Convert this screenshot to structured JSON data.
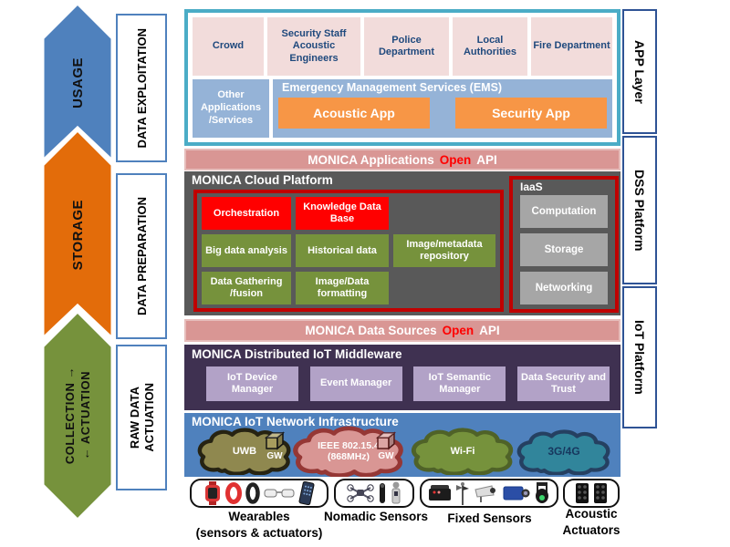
{
  "left_rail": {
    "arrows": [
      {
        "lines": [
          "USAGE"
        ],
        "color": "#4F81BD"
      },
      {
        "lines": [
          "STORAGE"
        ],
        "color": "#E36C0A"
      },
      {
        "lines": [
          "COLLECTION →",
          "← ACTUATION"
        ],
        "color": "#76923C"
      }
    ],
    "stage_labels": [
      {
        "lines": [
          "DATA EXPLOITATION"
        ]
      },
      {
        "lines": [
          "DATA PREPARATION"
        ]
      },
      {
        "lines": [
          "RAW DATA",
          "ACTUATION"
        ]
      }
    ]
  },
  "side_labels": [
    "APP Layer",
    "DSS Platform",
    "IoT Platform"
  ],
  "app_layer": {
    "stakeholders": [
      "Crowd",
      "Security Staff Acoustic Engineers",
      "Police Department",
      "Local Authorities",
      "Fire Department"
    ],
    "other_apps": "Other Applications /Services",
    "ems_title": "Emergency Management Services (EMS)",
    "apps": [
      "Acoustic App",
      "Security App"
    ]
  },
  "api_bars": {
    "applications": {
      "prefix": "MONICA Applications",
      "highlight": "Open",
      "suffix": "API"
    },
    "data_sources": {
      "prefix": "MONICA Data Sources",
      "highlight": "Open",
      "suffix": "API"
    }
  },
  "cloud_platform": {
    "title": "MONICA Cloud Platform",
    "services": {
      "orchestration": "Orchestration",
      "knowledge": "Knowledge Data Base",
      "big_data": "Big data analysis",
      "historical": "Historical data",
      "image_repo": "Image/metadata repository",
      "gathering": "Data Gathering /fusion",
      "formatting": "Image/Data formatting"
    },
    "iaas": {
      "title": "IaaS",
      "items": [
        "Computation",
        "Storage",
        "Networking"
      ]
    }
  },
  "middleware": {
    "title": "MONICA Distributed IoT Middleware",
    "components": [
      "IoT Device Manager",
      "Event Manager",
      "IoT Semantic Manager",
      "Data Security and Trust"
    ]
  },
  "network": {
    "title": "MONICA IoT Network Infrastructure",
    "clouds": [
      {
        "lines": [
          "UWB"
        ],
        "fill": "#8F884F",
        "stroke": "#262312",
        "text_color": "#FFFFFF",
        "gw": "GW",
        "gw_fill": "#A89D5E"
      },
      {
        "lines": [
          "IEEE 802.15.4",
          "(868MHz)"
        ],
        "fill": "#D99694",
        "stroke": "#953735",
        "text_color": "#FFFFFF",
        "gw": "GW",
        "gw_fill": "#DCA5A3"
      },
      {
        "lines": [
          "Wi-Fi"
        ],
        "fill": "#76923C",
        "stroke": "#4F6228",
        "text_color": "#FFFFFF"
      },
      {
        "lines": [
          "3G/4G"
        ],
        "fill": "#31859B",
        "stroke": "#254061",
        "text_color": "#17375E"
      }
    ]
  },
  "devices": [
    {
      "lines": [
        "Wearables",
        "(sensors & actuators)"
      ]
    },
    {
      "lines": [
        "Nomadic Sensors"
      ]
    },
    {
      "lines": [
        "Fixed Sensors"
      ]
    },
    {
      "lines": [
        "Acoustic",
        "Actuators"
      ]
    }
  ],
  "colors": {
    "app_border": "#4BACC6",
    "stakeholder_bg": "#F2DCDB",
    "stakeholder_text": "#1F497D",
    "ems_bg": "#95B3D7",
    "app_button_bg": "#F79646",
    "api_bar_bg": "#D99694",
    "api_highlight": "#FF0000",
    "cloud_platform_bg": "#595959",
    "core_border": "#C00000",
    "service_red": "#FF0000",
    "service_green": "#76923C",
    "iaas_item_bg": "#A6A6A6",
    "middleware_bg": "#3F3151",
    "component_bg": "#B2A2C7",
    "network_bg": "#4F81BD",
    "stage_box_border": "#4F81BD",
    "side_box_border": "#2E5395"
  }
}
